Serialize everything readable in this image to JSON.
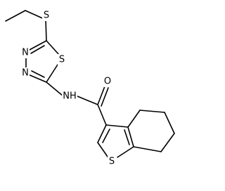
{
  "molecule": {
    "atoms": [
      {
        "id": "S_thioether",
        "label": "S"
      },
      {
        "id": "N_ring_upper",
        "label": "N"
      },
      {
        "id": "N_ring_lower",
        "label": "N"
      },
      {
        "id": "S_thiadiazole",
        "label": "S"
      },
      {
        "id": "NH_amide",
        "label": "NH"
      },
      {
        "id": "O_carbonyl",
        "label": "O"
      },
      {
        "id": "S_thiophene",
        "label": "S"
      }
    ],
    "bond_color": "#000000",
    "label_color": "#000000",
    "background": "#ffffff"
  }
}
